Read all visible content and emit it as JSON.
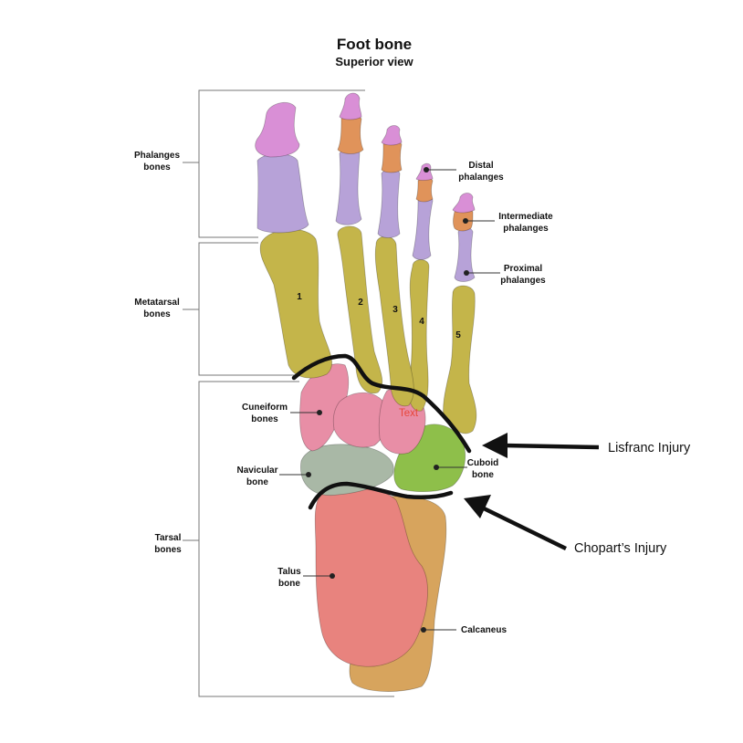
{
  "title": "Foot bone",
  "subtitle": "Superior view",
  "groups": {
    "phalanges": [
      "Phalanges",
      "bones"
    ],
    "metatarsal": [
      "Metatarsal",
      "bones"
    ],
    "tarsal": [
      "Tarsal",
      "bones"
    ]
  },
  "labels": {
    "distal": [
      "Distal",
      "phalanges"
    ],
    "intermediate": [
      "Intermediate",
      "phalanges"
    ],
    "proximal": [
      "Proximal",
      "phalanges"
    ],
    "cuneiform": [
      "Cuneiform",
      "bones"
    ],
    "navicular": [
      "Navicular",
      "bone"
    ],
    "cuboid": [
      "Cuboid",
      "bone"
    ],
    "talus": [
      "Talus",
      "bone"
    ],
    "calcaneus": "Calcaneus"
  },
  "metatarsal_numbers": [
    "1",
    "2",
    "3",
    "4",
    "5"
  ],
  "overlay_text": "Text",
  "injuries": {
    "lisfranc": "Lisfranc Injury",
    "chopart": "Chopart’s Injury"
  },
  "colors": {
    "distal": "#d98fd6",
    "intermediate": "#e0935a",
    "proximal": "#b7a2d8",
    "metatarsal": "#c4b54a",
    "cuneiform": "#e88ea6",
    "cuboid": "#8ebf4a",
    "navicular": "#a9b8a6",
    "talus": "#e8837e",
    "calcaneus": "#d7a45d",
    "overlay_text": "#e8463a"
  }
}
